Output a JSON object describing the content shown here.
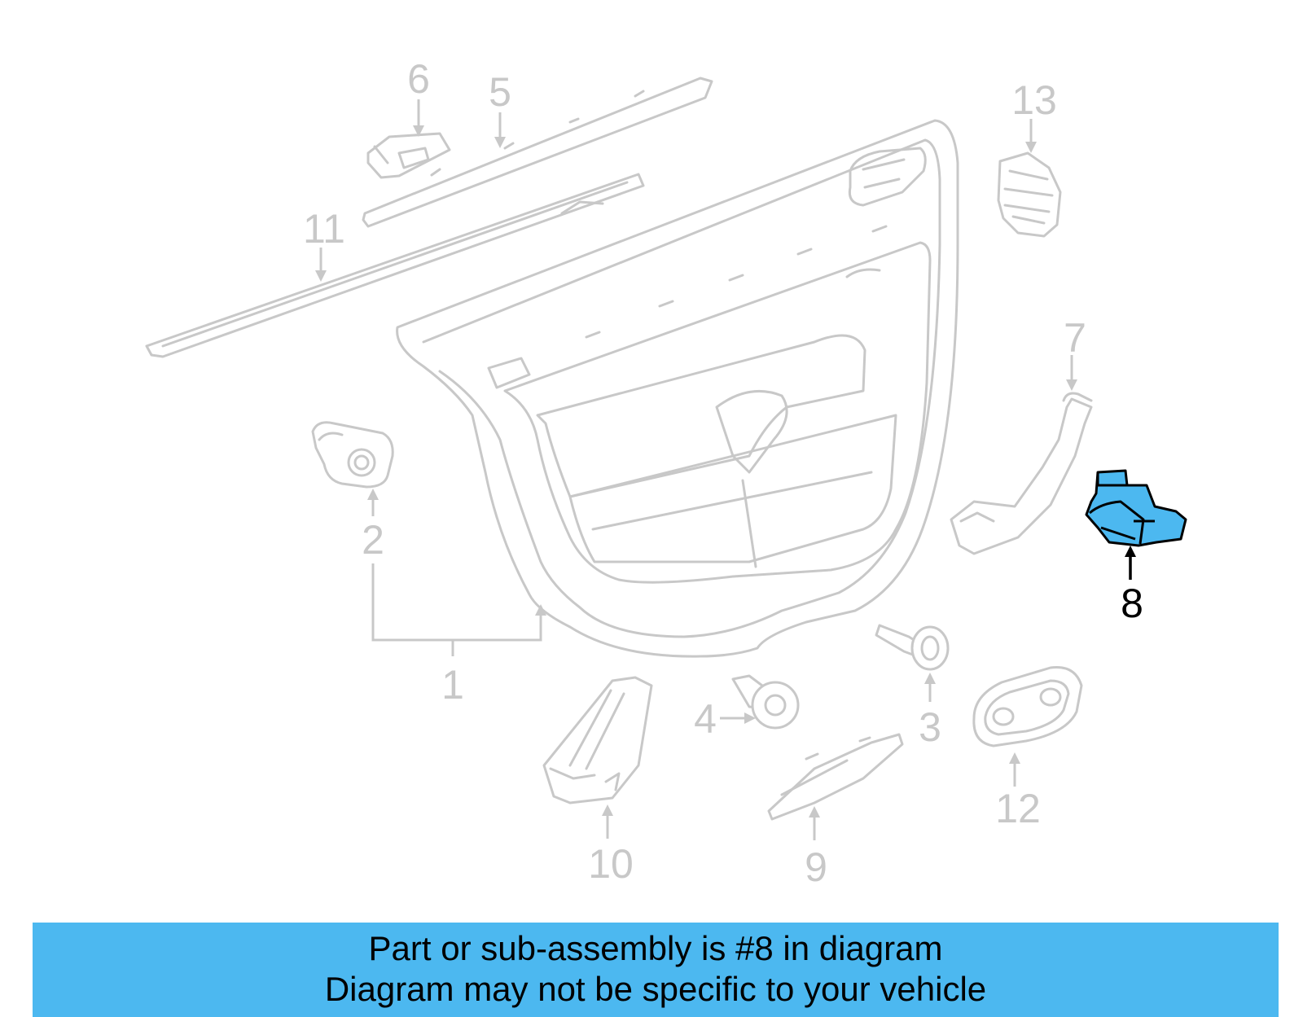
{
  "callouts": {
    "c1": "1",
    "c2": "2",
    "c3": "3",
    "c4": "4",
    "c5": "5",
    "c6": "6",
    "c7": "7",
    "c8": "8",
    "c9": "9",
    "c10": "10",
    "c11": "11",
    "c12": "12",
    "c13": "13"
  },
  "highlight": {
    "part": "8",
    "color": "#4cb8f0"
  },
  "banner": {
    "line1": "Part or sub-assembly is #8 in diagram",
    "line2": "Diagram may not be specific to your vehicle",
    "background": "#4cb8f0"
  }
}
